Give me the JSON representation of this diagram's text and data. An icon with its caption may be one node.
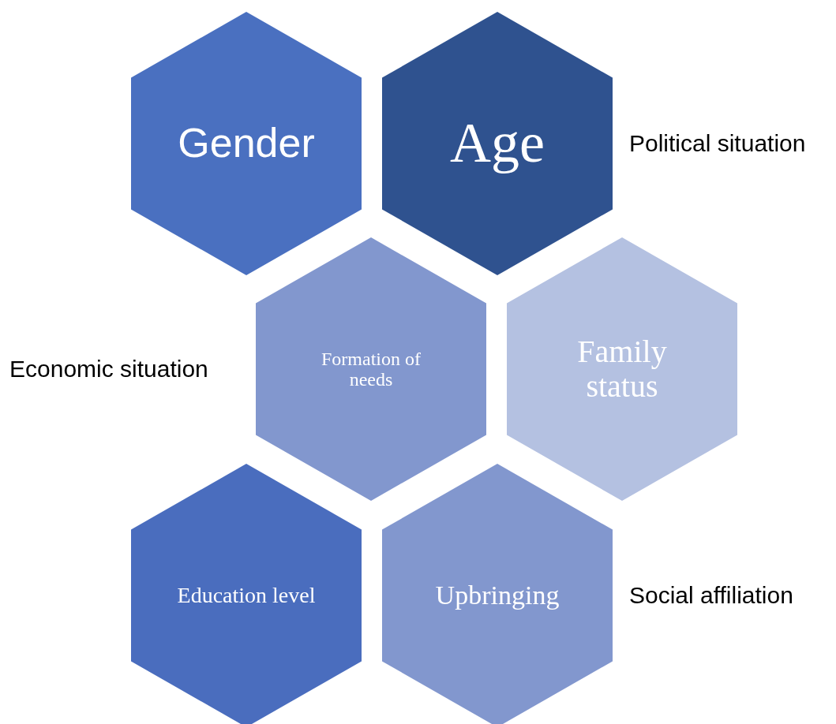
{
  "diagram": {
    "nodes": [
      {
        "text": [
          "Gender"
        ]
      },
      {
        "text": [
          "Age"
        ]
      },
      {
        "text": [
          "Formation of needs"
        ]
      },
      {
        "text": [
          "Family status"
        ]
      },
      {
        "text": [
          "Education level"
        ]
      },
      {
        "text": [
          "Upbringing"
        ]
      }
    ],
    "labels": [
      "Political situation",
      "Economic situation",
      "Social affiliation"
    ]
  }
}
